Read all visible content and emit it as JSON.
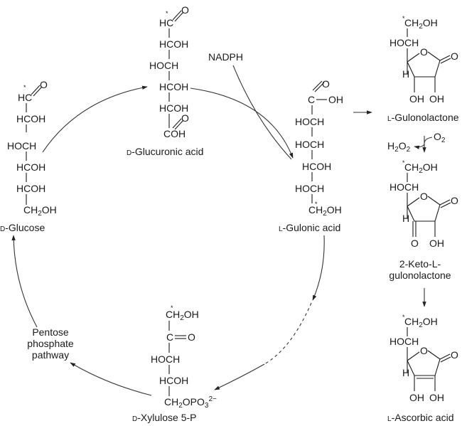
{
  "compounds": {
    "glucose": {
      "name": "D-Glucose",
      "name_prefix": "D",
      "name_rest": "-Glucose",
      "rows": [
        "HC",
        "HCOH",
        "HOCH",
        "HCOH",
        "HCOH",
        "CH2OH"
      ],
      "carbonyl_O": "O"
    },
    "glucuronic": {
      "name": "D-Glucuronic acid",
      "name_prefix": "D",
      "name_rest": "-Glucuronic acid",
      "rows": [
        "HC",
        "HCOH",
        "HOCH",
        "HCOH",
        "HCOH",
        "COH"
      ],
      "carbonyl_O": "O",
      "acid_O": "O"
    },
    "gulonic": {
      "name": "L-Gulonic acid",
      "name_prefix": "L",
      "name_rest": "-Gulonic acid",
      "rows": [
        "C",
        "HOCH",
        "HOCH",
        "HCOH",
        "HOCH",
        "CH2OH"
      ],
      "acid_O": "O",
      "acid_OH": "OH"
    },
    "xylulose": {
      "name": "D-Xylulose 5-P",
      "name_prefix": "D",
      "name_rest": "-Xylulose 5-P",
      "rows": [
        "CH2OH",
        "C",
        "HOCH",
        "HCOH",
        "CH2OPO3 2-"
      ],
      "keto_O": "O"
    },
    "gulonolactone": {
      "name": "L-Gulonolactone",
      "name_prefix": "L",
      "name_rest": "-Gulonolactone",
      "side_chain": [
        "CH2OH",
        "HOCH"
      ],
      "ring_O": "O",
      "carbonyl_O": "O",
      "H": "H",
      "substituents": [
        "OH",
        "OH"
      ]
    },
    "ketogulonolactone": {
      "name": "2-Keto-L-gulonolactone",
      "name_line1": "2-Keto-L-",
      "name_line2": "gulonolactone",
      "side_chain": [
        "CH2OH",
        "HOCH"
      ],
      "ring_O": "O",
      "carbonyl_O": "O",
      "H": "H",
      "substituents": [
        "O",
        "OH"
      ]
    },
    "ascorbic": {
      "name": "L-Ascorbic acid",
      "name_prefix": "L",
      "name_rest": "-Ascorbic acid",
      "side_chain": [
        "CH2OH",
        "HOCH"
      ],
      "ring_O": "O",
      "carbonyl_O": "O",
      "H": "H",
      "substituents": [
        "OH",
        "OH"
      ]
    }
  },
  "cofactors": {
    "nadph": "NADPH",
    "o2": "O2",
    "h2o2": "H2O2"
  },
  "pathway_labels": {
    "ppp_line1": "Pentose",
    "ppp_line2": "phosphate",
    "ppp_line3": "pathway"
  },
  "marker": "*"
}
